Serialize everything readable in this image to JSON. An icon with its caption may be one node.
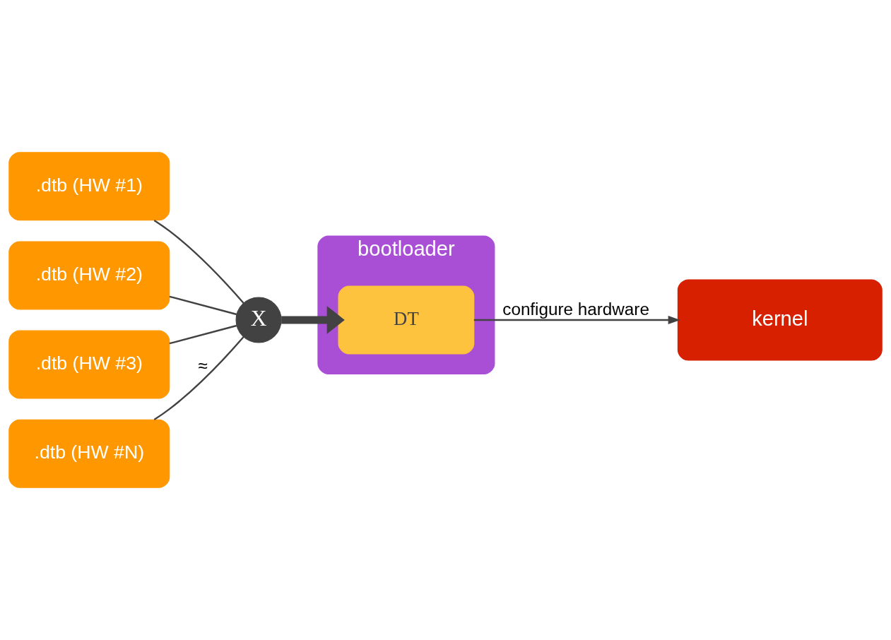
{
  "diagram": {
    "nodes": [
      {
        "text": [
          ".dtb (HW #1)"
        ]
      },
      {
        "text": [
          ".dtb (HW #2)"
        ]
      },
      {
        "text": [
          ".dtb (HW #3)"
        ]
      },
      {
        "text": [
          ".dtb (HW #N)"
        ]
      },
      {
        "text": [
          "X"
        ]
      },
      {
        "text": [
          "bootloader"
        ]
      },
      {
        "text": [
          "DT"
        ],
        "in": 5
      },
      {
        "text": [
          "kernel"
        ]
      }
    ],
    "edges": [
      {
        "from": 0,
        "to": 4,
        "arrow": "none"
      },
      {
        "from": 1,
        "to": 4,
        "arrow": "none"
      },
      {
        "from": 2,
        "to": 4,
        "arrow": "none"
      },
      {
        "from": 3,
        "to": 4,
        "arrow": "none",
        "label": "≈"
      },
      {
        "from": 4,
        "to": 6,
        "arrow": "to",
        "style": "thick"
      },
      {
        "from": 6,
        "to": 7,
        "arrow": "to",
        "label": "configure hardware"
      }
    ]
  }
}
